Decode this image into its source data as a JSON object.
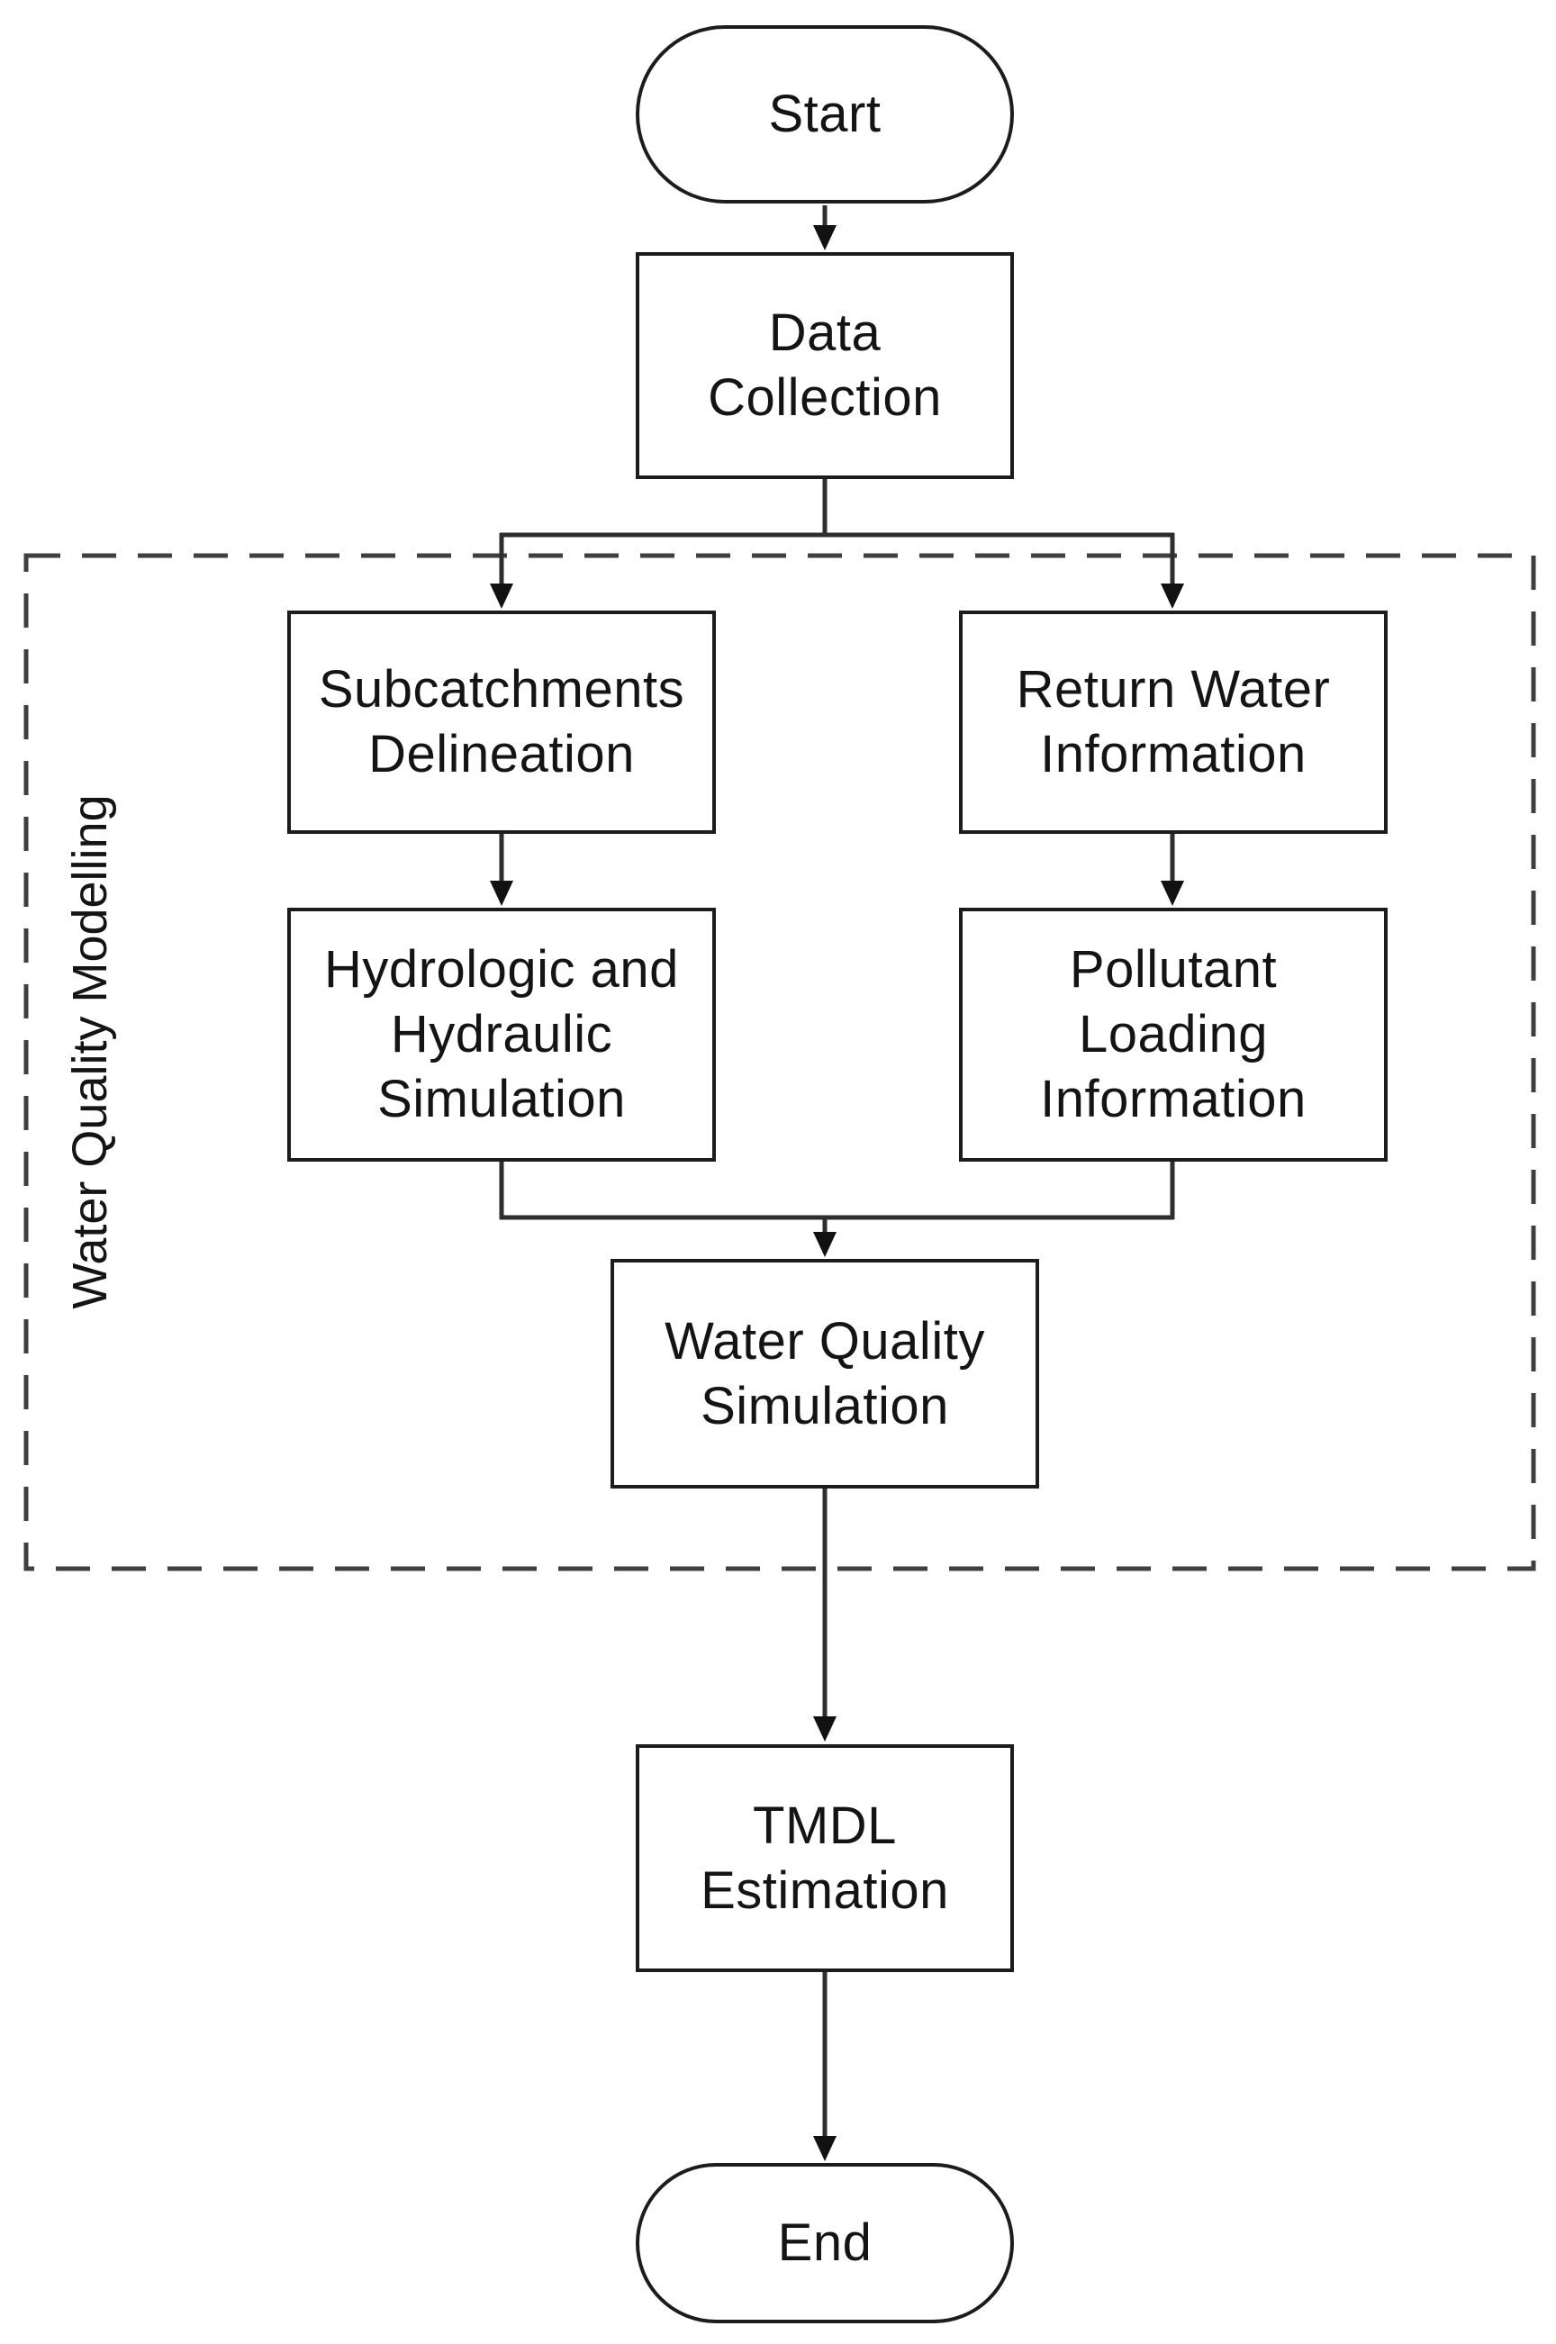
{
  "diagram": {
    "group_label": "Water Quality Modelling",
    "nodes": {
      "start": {
        "shape": "terminator",
        "label": "Start"
      },
      "data_collection": {
        "shape": "process",
        "label": "Data Collection",
        "lines": [
          "Data",
          "Collection"
        ]
      },
      "subcatchments": {
        "shape": "process",
        "label": "Subcatchments Delineation",
        "lines": [
          "Subcatchments",
          "Delineation"
        ]
      },
      "return_water": {
        "shape": "process",
        "label": "Return Water Information",
        "lines": [
          "Return Water",
          "Information"
        ]
      },
      "hydrologic": {
        "shape": "process",
        "label": "Hydrologic and Hydraulic Simulation",
        "lines": [
          "Hydrologic and",
          "Hydraulic",
          "Simulation"
        ]
      },
      "pollutant": {
        "shape": "process",
        "label": "Pollutant Loading Information",
        "lines": [
          "Pollutant",
          "Loading",
          "Information"
        ]
      },
      "water_quality_simulation": {
        "shape": "process",
        "label": "Water Quality Simulation",
        "lines": [
          "Water Quality",
          "Simulation"
        ]
      },
      "tmdl": {
        "shape": "process",
        "label": "TMDL Estimation",
        "lines": [
          "TMDL",
          "Estimation"
        ]
      },
      "end": {
        "shape": "terminator",
        "label": "End"
      }
    },
    "edges": [
      {
        "from": "start",
        "to": "data_collection",
        "direction": "down"
      },
      {
        "from": "data_collection",
        "to": "subcatchments",
        "direction": "down"
      },
      {
        "from": "data_collection",
        "to": "return_water",
        "direction": "down"
      },
      {
        "from": "subcatchments",
        "to": "hydrologic",
        "direction": "down"
      },
      {
        "from": "return_water",
        "to": "pollutant",
        "direction": "down"
      },
      {
        "from": "hydrologic",
        "to": "water_quality_simulation",
        "direction": "down"
      },
      {
        "from": "pollutant",
        "to": "water_quality_simulation",
        "direction": "down"
      },
      {
        "from": "water_quality_simulation",
        "to": "tmdl",
        "direction": "down"
      },
      {
        "from": "tmdl",
        "to": "end",
        "direction": "down"
      }
    ],
    "group_members": [
      "subcatchments",
      "return_water",
      "hydrologic",
      "pollutant",
      "water_quality_simulation"
    ]
  },
  "colors": {
    "background": "#ffffff",
    "box_border": "#1c1c1c",
    "connector": "#2e2e2e",
    "dashed_border": "#3f3f3f",
    "text": "#141414"
  }
}
